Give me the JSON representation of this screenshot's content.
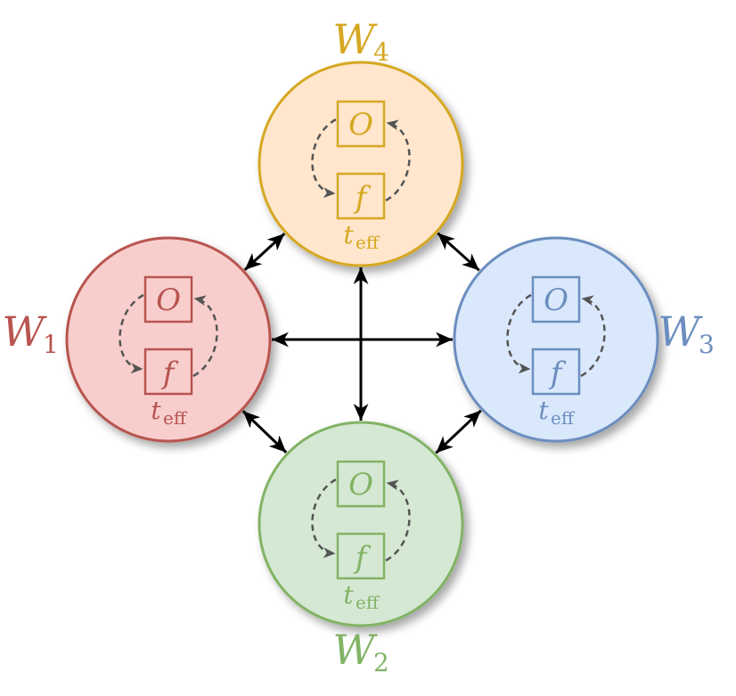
{
  "nodes": [
    {
      "id": "w1",
      "label": "W",
      "label_sub": "1",
      "color": "#b85450",
      "fill": "#f8cecc",
      "box_top": "O",
      "box_bottom": "f",
      "time": "t",
      "time_sub": "eff"
    },
    {
      "id": "w2",
      "label": "W",
      "label_sub": "2",
      "color": "#82b366",
      "fill": "#d5e8d4",
      "box_top": "O",
      "box_bottom": "f",
      "time": "t",
      "time_sub": "eff"
    },
    {
      "id": "w3",
      "label": "W",
      "label_sub": "3",
      "color": "#6c8ebf",
      "fill": "#dae8fc",
      "box_top": "O",
      "box_bottom": "f",
      "time": "t",
      "time_sub": "eff"
    },
    {
      "id": "w4",
      "label": "W",
      "label_sub": "4",
      "color": "#d6a823",
      "fill": "#ffe6cc",
      "box_top": "O",
      "box_bottom": "f",
      "time": "t",
      "time_sub": "eff"
    }
  ],
  "edges": [
    [
      "w1",
      "w4"
    ],
    [
      "w4",
      "w3"
    ],
    [
      "w1",
      "w2"
    ],
    [
      "w2",
      "w3"
    ],
    [
      "w1",
      "w3"
    ],
    [
      "w4",
      "w2"
    ]
  ],
  "edge_style": {
    "color": "#000000",
    "bidirectional": true
  },
  "loop_style": {
    "color": "#555555",
    "dashed": true
  }
}
